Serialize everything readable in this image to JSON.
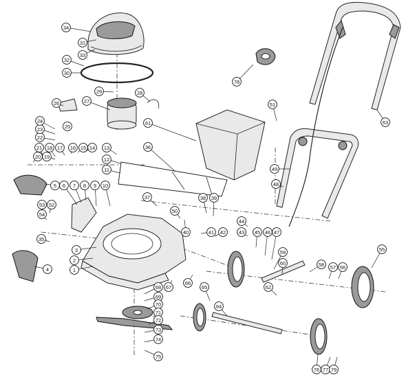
{
  "diagram": {
    "type": "exploded-parts-diagram",
    "callouts": [
      "1",
      "2",
      "3",
      "4",
      "5",
      "6",
      "7",
      "8",
      "9",
      "10",
      "11",
      "12",
      "13",
      "14",
      "15",
      "16",
      "17",
      "18",
      "19",
      "20",
      "21",
      "22",
      "23",
      "24",
      "25",
      "26",
      "27",
      "28",
      "29",
      "30",
      "31",
      "32",
      "33",
      "34",
      "35",
      "36",
      "37",
      "38",
      "39",
      "40",
      "41",
      "42",
      "43",
      "44",
      "45",
      "46",
      "47",
      "48",
      "49",
      "50",
      "51",
      "52",
      "53",
      "54",
      "55",
      "56",
      "57",
      "58",
      "59",
      "60",
      "61",
      "62",
      "63",
      "64",
      "65",
      "66",
      "67",
      "68",
      "69",
      "70",
      "71",
      "72",
      "73",
      "74",
      "75",
      "76",
      "77",
      "78",
      "79"
    ]
  }
}
